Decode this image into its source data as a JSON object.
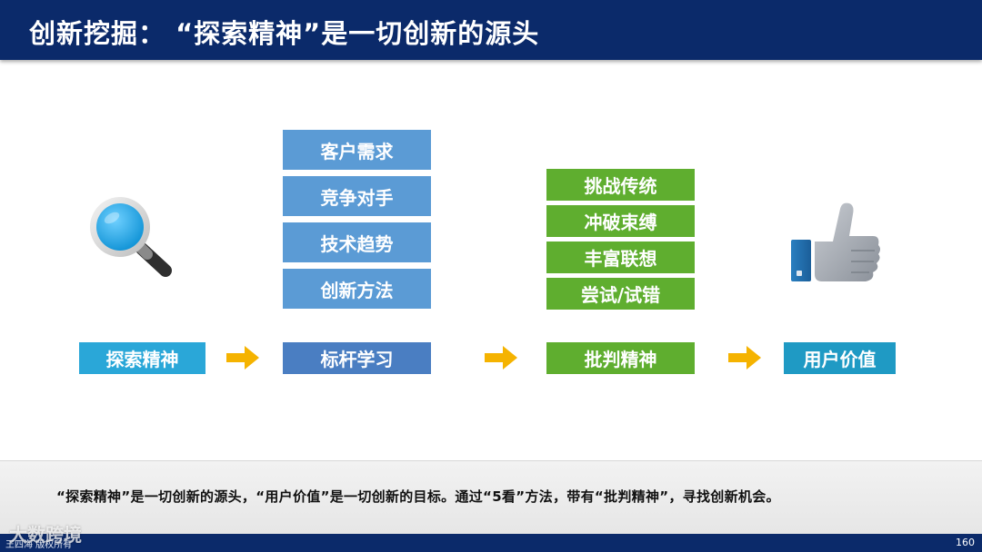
{
  "header": {
    "title": "创新挖掘：   “探索精神”是一切创新的源头"
  },
  "flow": {
    "exploration_label": "探索精神",
    "benchmark_items": [
      "客户需求",
      "竞争对手",
      "技术趋势",
      "创新方法"
    ],
    "benchmark_label": "标杆学习",
    "critical_items": [
      "挑战传统",
      "冲破束缚",
      "丰富联想",
      "尝试/试错"
    ],
    "critical_label": "批判精神",
    "value_label": "用户价值"
  },
  "caption": {
    "text": "“探索精神”是一切创新的源头，“用户价值”是一切创新的目标。通过“5看”方法，带有“批判精神”，寻找创新机会。"
  },
  "footer": {
    "author": "王四海 版权所有",
    "page_number": "160",
    "watermark": "大数跨境"
  },
  "colors": {
    "header_bg": "#0b2a6a",
    "blue_box": "#5b9bd5",
    "green_box": "#5fae2f",
    "arrow": "#f5b300"
  },
  "icons": [
    "magnifier-icon",
    "thumbs-up-icon",
    "arrow-right-icon"
  ]
}
